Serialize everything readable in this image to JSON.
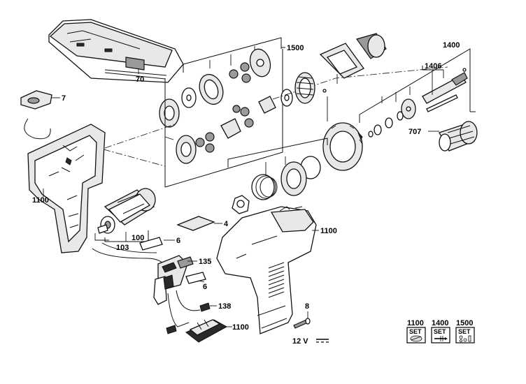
{
  "callouts": {
    "case": "70",
    "switch_button": "7",
    "gear_set": "1500",
    "spindle_set": "1400",
    "spindle_sub": "1406",
    "chuck": "707",
    "housing_left": "1100",
    "housing_right": "1100",
    "motor": "100",
    "motor_pinion": "103",
    "label_plate": "4",
    "insulator_top": "6",
    "insulator_bottom": "6",
    "switch": "135",
    "wire_set": "138",
    "battery_terminal": "1100",
    "screw": "8"
  },
  "voltage": "12 V",
  "sets": [
    {
      "number": "1100",
      "badge": "SET"
    },
    {
      "number": "1400",
      "badge": "SET"
    },
    {
      "number": "1500",
      "badge": "SET"
    }
  ]
}
